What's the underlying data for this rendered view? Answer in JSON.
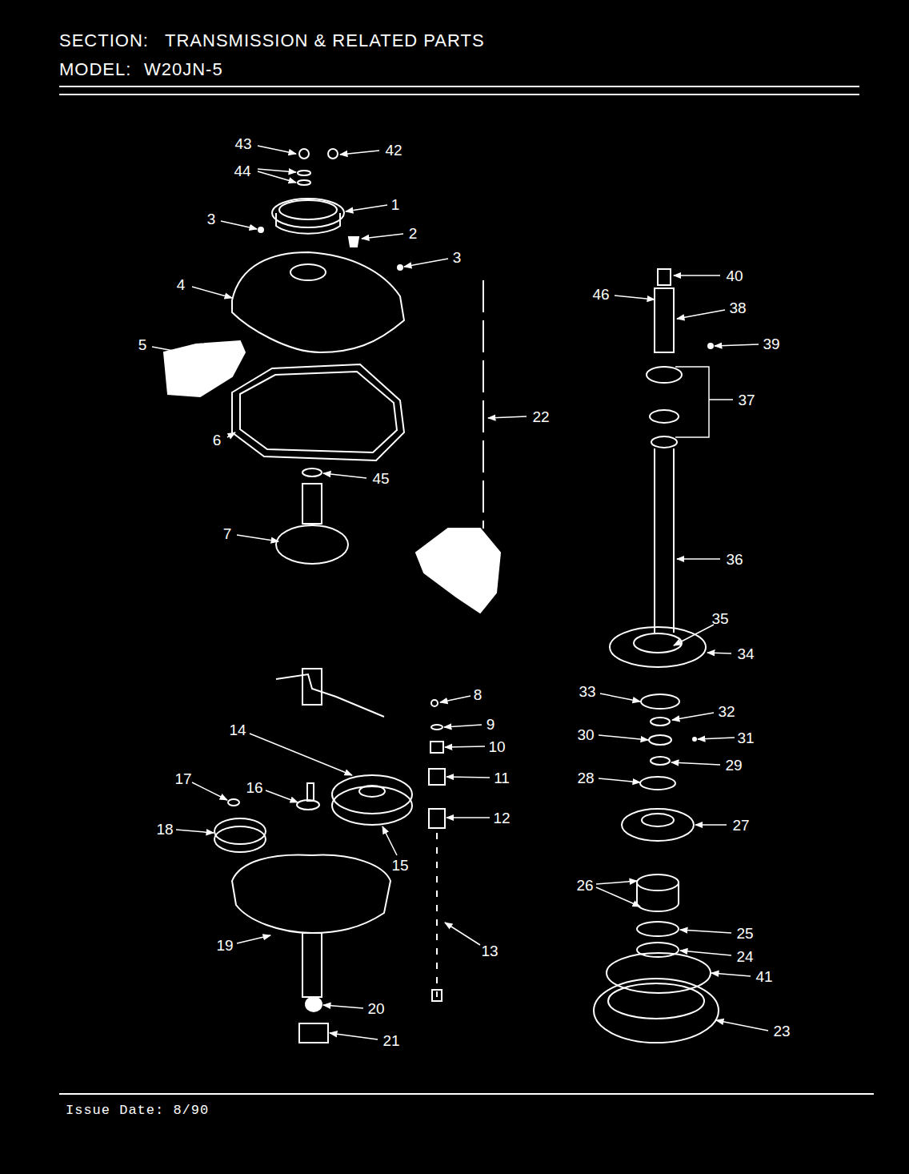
{
  "diagram": {
    "title": "TRANSMISSION & RELATED PARTS",
    "labels": [
      "SECTION:",
      "MODEL:",
      "W20JN-5",
      "43",
      "42",
      "44",
      "1",
      "3",
      "2",
      "3",
      "4",
      "5",
      "6",
      "45",
      "22",
      "7",
      "40",
      "46",
      "38",
      "39",
      "37",
      "36",
      "35",
      "34",
      "33",
      "32",
      "30",
      "31",
      "29",
      "28",
      "27",
      "26",
      "25",
      "24",
      "41",
      "23",
      "8",
      "9",
      "14",
      "10",
      "17",
      "16",
      "11",
      "18",
      "12",
      "15",
      "19",
      "13",
      "20",
      "21",
      "Issue Date: 8/90"
    ]
  }
}
